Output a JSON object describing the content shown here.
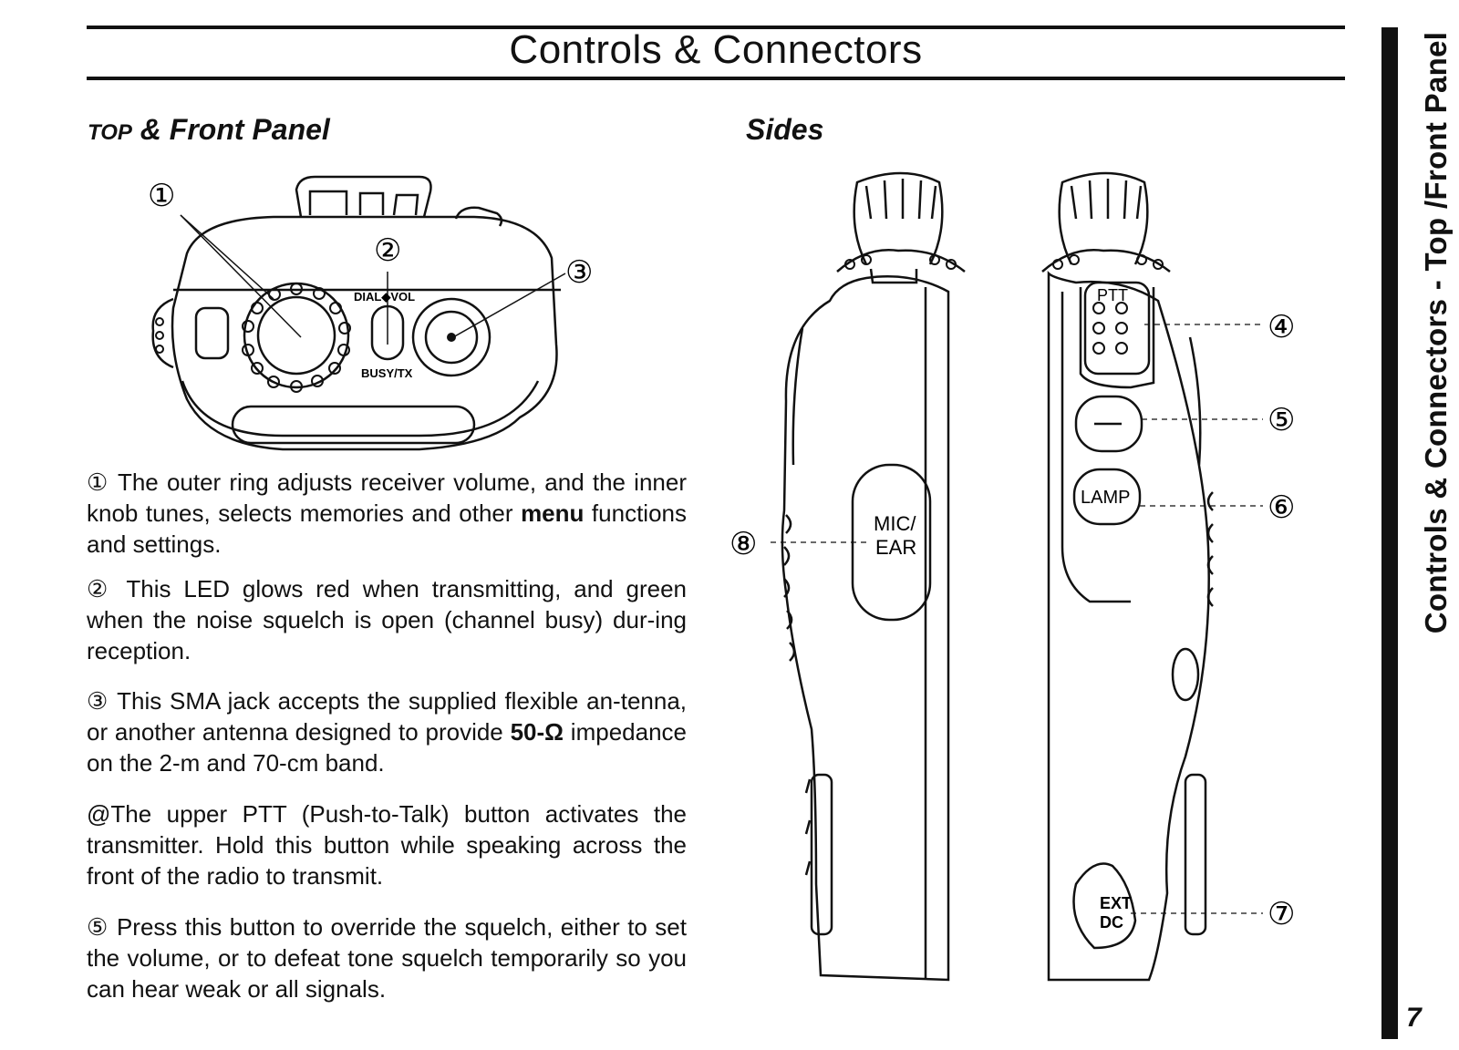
{
  "page": {
    "title": "Controls & Connectors",
    "side_title": "Controls & Connectors - Top /Front Panel",
    "page_number": "7"
  },
  "top_panel": {
    "heading_small": "TOP",
    "heading_rest": " & Front Panel",
    "callouts": [
      "①",
      "②",
      "③"
    ],
    "label_dial_vol": "DIAL◆VOL",
    "label_busy_tx": "BUSY/TX"
  },
  "sides": {
    "heading": "Sides",
    "callouts": {
      "c4": "④",
      "c5": "⑤",
      "c6": "⑥",
      "c7": "⑦",
      "c8": "⑧"
    },
    "label_ptt": "PTT",
    "label_lamp": "LAMP",
    "label_mic1": "MIC/",
    "label_mic2": "EAR",
    "label_ext1": "EXT",
    "label_ext2": "DC"
  },
  "descriptions": [
    {
      "marker": "①",
      "text_before": " The outer ring adjusts receiver volume, and the inner knob tunes, selects memories and other ",
      "bold": "menu",
      "text_after": " functions and settings."
    },
    {
      "marker": "②",
      "text_before": " This LED glows red when transmitting, and green when the noise squelch is open (channel busy) dur-ing reception.",
      "bold": "",
      "text_after": ""
    },
    {
      "marker": "③",
      "text_before": " This SMA jack accepts the supplied flexible an-tenna, or another antenna designed to provide ",
      "bold": "50-Ω",
      "text_after": " impedance on the 2-m and 70-cm band."
    },
    {
      "marker": "@",
      "text_before": "The upper PTT (Push-to-Talk) button activates the transmitter. Hold this button while speaking across the front of the radio to transmit.",
      "bold": "",
      "text_after": ""
    },
    {
      "marker": "⑤",
      "text_before": " Press this button to override the squelch, either to set the volume, or to defeat tone squelch temporarily so you can hear weak or all signals.",
      "bold": "",
      "text_after": ""
    }
  ]
}
